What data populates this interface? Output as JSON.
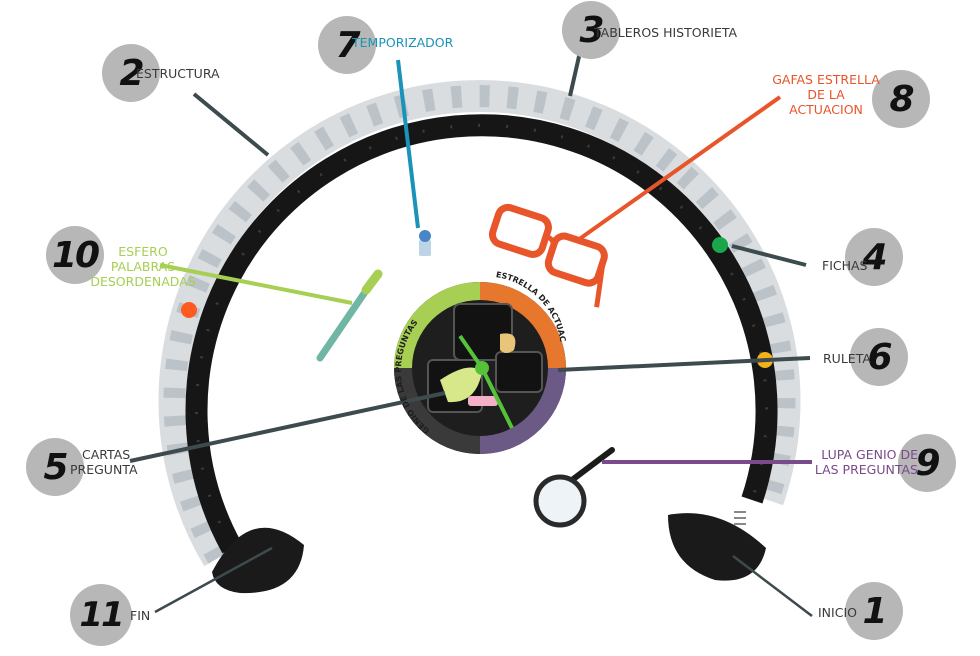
{
  "parts": [
    {
      "number": "1",
      "label": "INICIO",
      "color": "#3a3a3a"
    },
    {
      "number": "2",
      "label": "ESTRUCTURA",
      "color": "#3a3a3a"
    },
    {
      "number": "3",
      "label": "TABLEROS HISTORIETA",
      "color": "#3a3a3a"
    },
    {
      "number": "4",
      "label": "FICHAS",
      "color": "#3a3a3a"
    },
    {
      "number": "5",
      "label_line1": "CARTAS",
      "label_line2": "PREGUNTA",
      "color": "#3a3a3a"
    },
    {
      "number": "6",
      "label": "RULETA",
      "color": "#3a3a3a"
    },
    {
      "number": "7",
      "label": "TEMPORIZADOR",
      "color": "#1a93b8"
    },
    {
      "number": "8",
      "label_line1": "GAFAS ESTRELLA",
      "label_line2": "DE LA",
      "label_line3": "ACTUACION",
      "color": "#e8552a"
    },
    {
      "number": "9",
      "label_line1": "LUPA GENIO DE",
      "label_line2": "LAS PREGUNTAS",
      "color": "#7a4b8a"
    },
    {
      "number": "10",
      "label_line1": "ESFERO",
      "label_line2": "PALABRAS",
      "label_line3": "DESORDENADAS",
      "color": "#a6cf53"
    },
    {
      "number": "11",
      "label": "FIN",
      "color": "#3a3a3a"
    }
  ],
  "roulette": {
    "segment_top": "ESTRELLA DE ACTUACION",
    "segment_left": "GENIO DE LAS PREGUNTAS",
    "colors": {
      "orange": "#e8772e",
      "green": "#a6cf53",
      "purple": "#6b5a86"
    }
  },
  "token_colors": [
    "#ff5a1f",
    "#1aa64a",
    "#f2b21a"
  ]
}
